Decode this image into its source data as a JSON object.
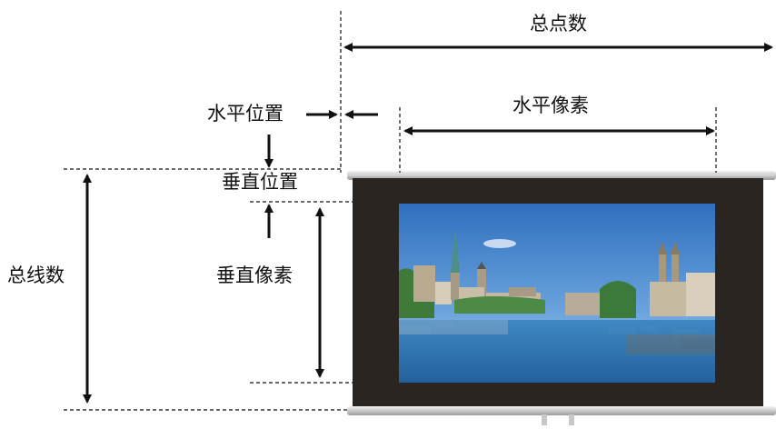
{
  "labels": {
    "total_dots": "总点数",
    "horizontal_position": "水平位置",
    "horizontal_pixels": "水平像素",
    "vertical_position": "垂直位置",
    "total_lines": "总线数",
    "vertical_pixels": "垂直像素"
  },
  "colors": {
    "line": "#111111",
    "screen_frame": "#2b2522",
    "sky": "#3f82c8",
    "water": "#2a6da8"
  }
}
